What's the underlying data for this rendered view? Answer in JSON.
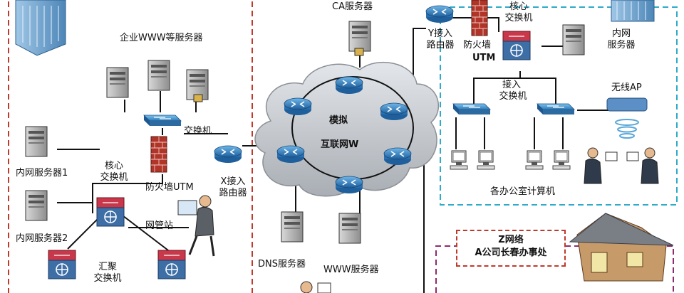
{
  "labels": {
    "enterprise_servers": "企业WWW等服务器",
    "ca_server": "CA服务器",
    "y_router_1": "Y接入",
    "y_router_2": "路由器",
    "y_firewall": "防火墙",
    "y_firewall_utm": "UTM",
    "y_core_1": "核心",
    "y_core_2": "交换机",
    "y_intranet_1": "内网",
    "y_intranet_2": "服务器",
    "access_switch_1": "接入",
    "access_switch_2": "交换机",
    "wireless_ap": "无线AP",
    "office_computers": "各办公室计算机",
    "simulated": "模拟",
    "internet_w": "互联网W",
    "hq_switch": "交换机",
    "hq_firewall": "防火墙UTM",
    "x_router_1": "X接入",
    "x_router_2": "路由器",
    "hq_core_1": "核心",
    "hq_core_2": "交换机",
    "intranet_server_1": "内网服务器1",
    "intranet_server_2": "内网服务器2",
    "management_station": "网管站",
    "agg_switch_1": "汇聚",
    "agg_switch_2": "交换机",
    "dns_server": "DNS服务器",
    "www_server": "WWW服务器",
    "z_network": "Z网络",
    "branch_office": "A公司长春办事处"
  },
  "colors": {
    "hq_region_border": "#c0392b",
    "y_region_border": "#2eaacb",
    "branch_region_border": "#8e2a6e"
  }
}
